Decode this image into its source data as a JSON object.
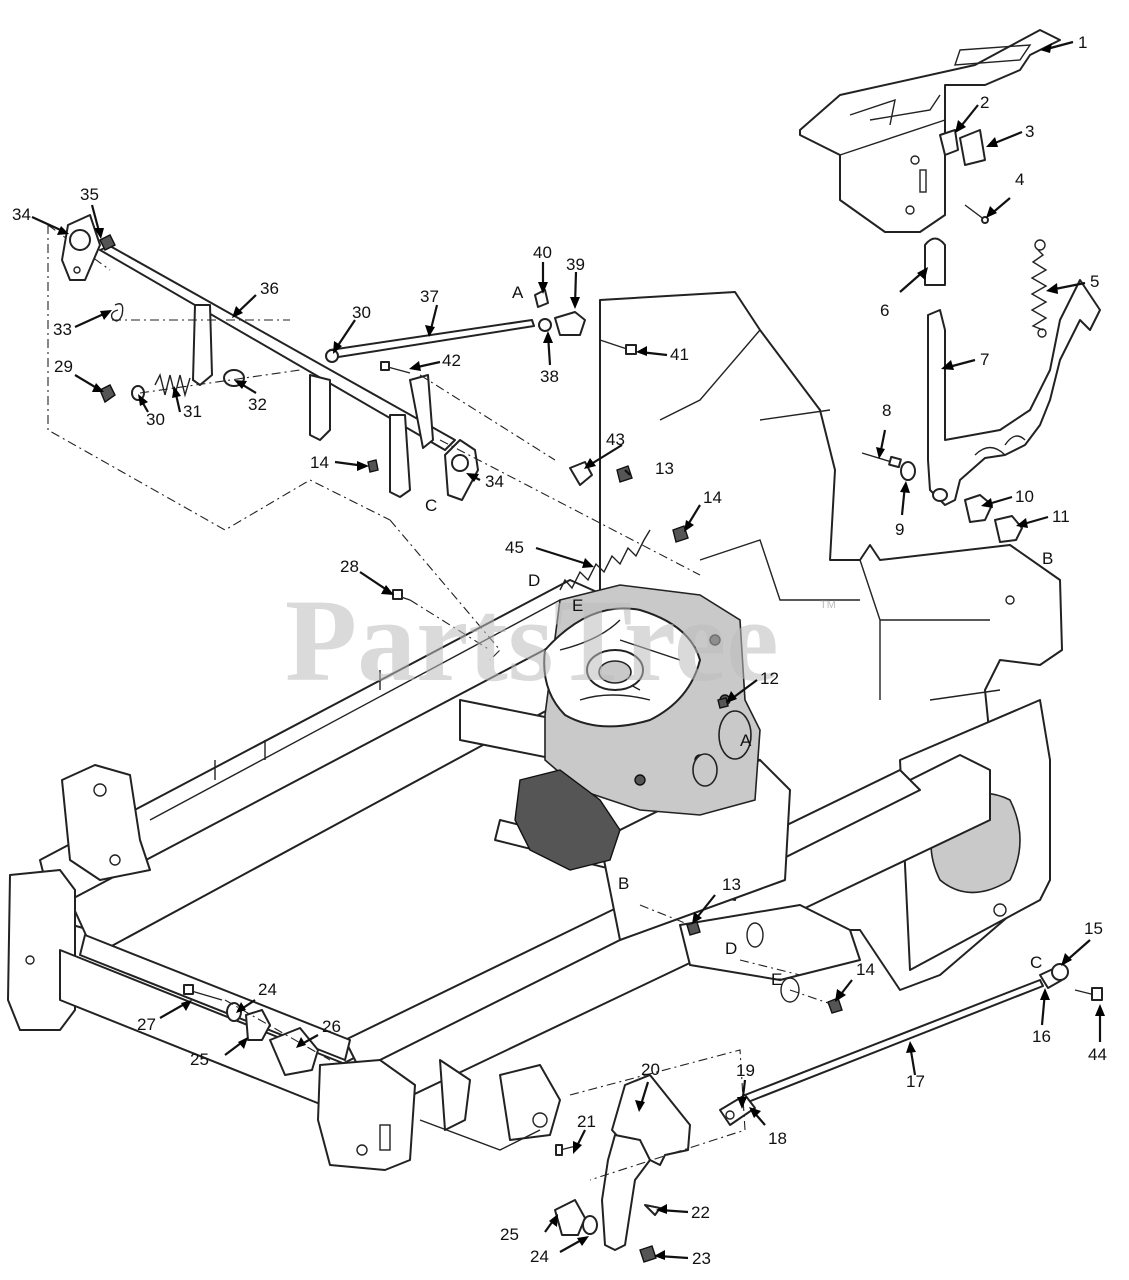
{
  "watermark": {
    "text": "PartsTree",
    "tm": "TM"
  },
  "callouts": [
    {
      "id": "c1",
      "text": "1"
    },
    {
      "id": "c2",
      "text": "2"
    },
    {
      "id": "c3",
      "text": "3"
    },
    {
      "id": "c4",
      "text": "4"
    },
    {
      "id": "c5",
      "text": "5"
    },
    {
      "id": "c6",
      "text": "6"
    },
    {
      "id": "c7",
      "text": "7"
    },
    {
      "id": "c8",
      "text": "8"
    },
    {
      "id": "c9",
      "text": "9"
    },
    {
      "id": "c10",
      "text": "10"
    },
    {
      "id": "c11",
      "text": "11"
    },
    {
      "id": "c12",
      "text": "12"
    },
    {
      "id": "c13a",
      "text": "13"
    },
    {
      "id": "c13b",
      "text": "13"
    },
    {
      "id": "c14a",
      "text": "14"
    },
    {
      "id": "c14b",
      "text": "14"
    },
    {
      "id": "c14c",
      "text": "14"
    },
    {
      "id": "c15",
      "text": "15"
    },
    {
      "id": "c16",
      "text": "16"
    },
    {
      "id": "c17",
      "text": "17"
    },
    {
      "id": "c18",
      "text": "18"
    },
    {
      "id": "c19",
      "text": "19"
    },
    {
      "id": "c20",
      "text": "20"
    },
    {
      "id": "c21",
      "text": "21"
    },
    {
      "id": "c22",
      "text": "22"
    },
    {
      "id": "c23",
      "text": "23"
    },
    {
      "id": "c24a",
      "text": "24"
    },
    {
      "id": "c24b",
      "text": "24"
    },
    {
      "id": "c25a",
      "text": "25"
    },
    {
      "id": "c25b",
      "text": "25"
    },
    {
      "id": "c26",
      "text": "26"
    },
    {
      "id": "c27",
      "text": "27"
    },
    {
      "id": "c28",
      "text": "28"
    },
    {
      "id": "c29",
      "text": "29"
    },
    {
      "id": "c30a",
      "text": "30"
    },
    {
      "id": "c30b",
      "text": "30"
    },
    {
      "id": "c31",
      "text": "31"
    },
    {
      "id": "c32",
      "text": "32"
    },
    {
      "id": "c33",
      "text": "33"
    },
    {
      "id": "c34a",
      "text": "34"
    },
    {
      "id": "c34b",
      "text": "34"
    },
    {
      "id": "c35",
      "text": "35"
    },
    {
      "id": "c36",
      "text": "36"
    },
    {
      "id": "c37",
      "text": "37"
    },
    {
      "id": "c38",
      "text": "38"
    },
    {
      "id": "c39",
      "text": "39"
    },
    {
      "id": "c40",
      "text": "40"
    },
    {
      "id": "c41",
      "text": "41"
    },
    {
      "id": "c42",
      "text": "42"
    },
    {
      "id": "c43",
      "text": "43"
    },
    {
      "id": "c44",
      "text": "44"
    },
    {
      "id": "c45",
      "text": "45"
    }
  ],
  "ref_letters": [
    {
      "id": "rA1",
      "text": "A"
    },
    {
      "id": "rA2",
      "text": "A"
    },
    {
      "id": "rB1",
      "text": "B"
    },
    {
      "id": "rB2",
      "text": "B"
    },
    {
      "id": "rC1",
      "text": "C"
    },
    {
      "id": "rC2",
      "text": "C"
    },
    {
      "id": "rD1",
      "text": "D"
    },
    {
      "id": "rD2",
      "text": "D"
    },
    {
      "id": "rE1",
      "text": "E"
    },
    {
      "id": "rE2",
      "text": "E"
    }
  ],
  "pedal_lettering": "",
  "colors": {
    "line": "#222222",
    "background": "#ffffff",
    "watermark": "#bdbdbd"
  }
}
